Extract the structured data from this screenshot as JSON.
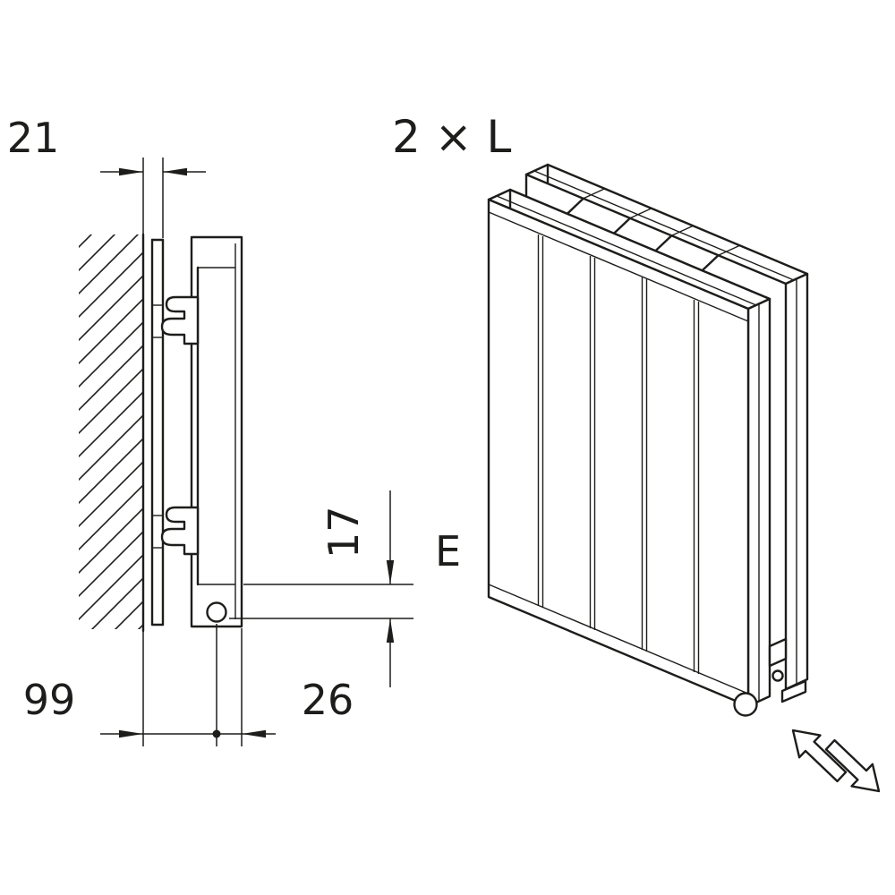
{
  "drawing": {
    "background": "#ffffff",
    "line_color": "#1d1d1b",
    "side_view": {
      "dim_wall_gap": "21",
      "dim_wall_to_pipe_center": "99",
      "dim_pipe_center_to_front": "26",
      "dim_connection_offset": "17",
      "label_connection": "E"
    },
    "iso_view": {
      "label_length": "2 × L"
    },
    "icons": {
      "direction_icon": "double-direction-arrow-icon"
    }
  }
}
